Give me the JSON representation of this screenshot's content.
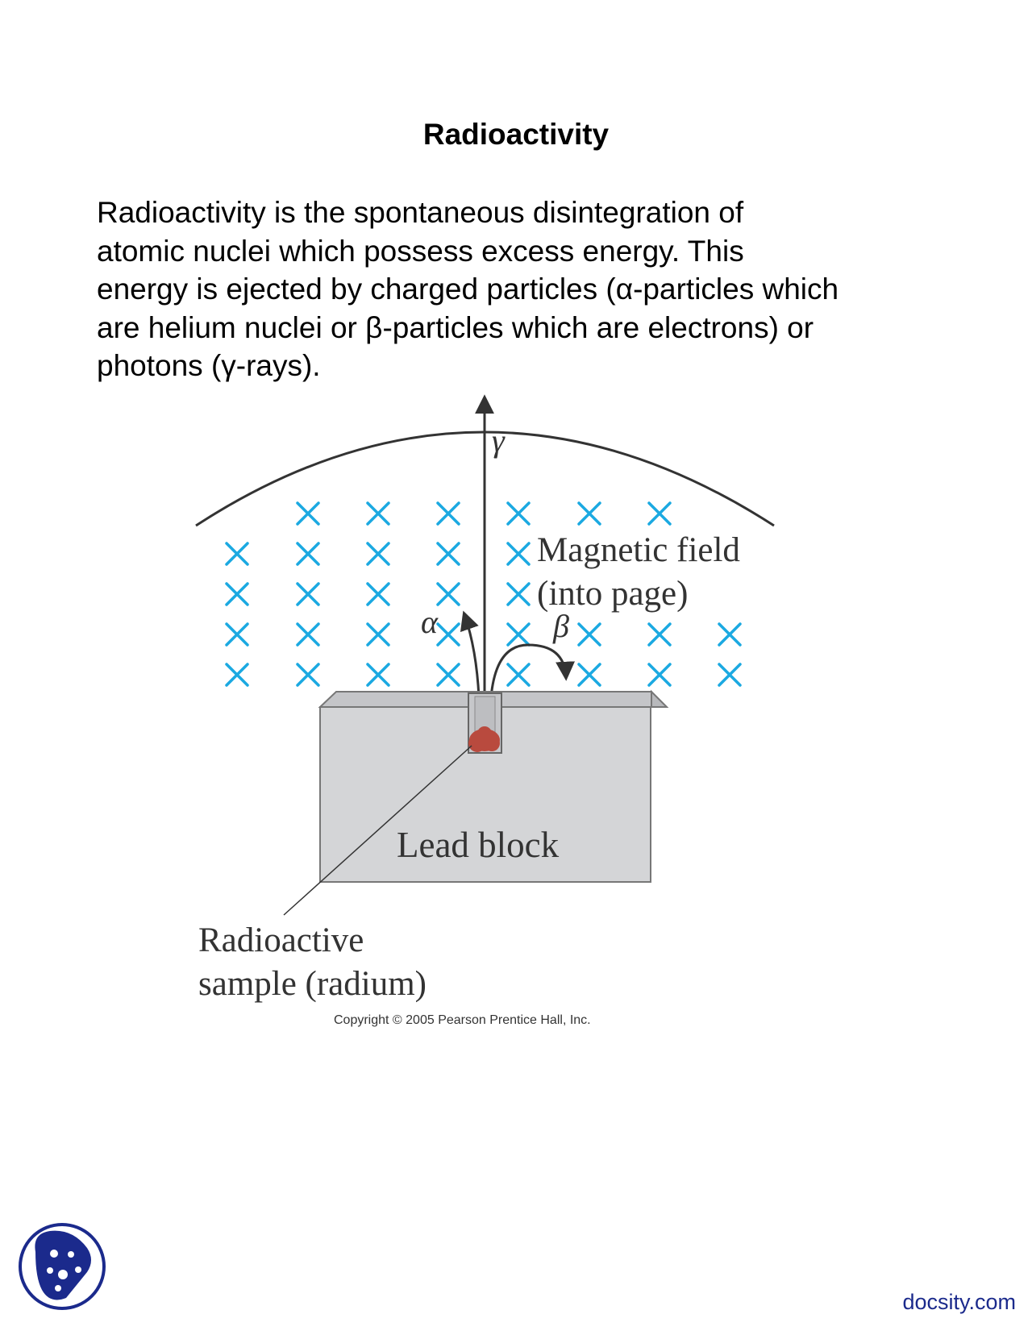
{
  "title": "Radioactivity",
  "paragraph_lines": [
    "Radioactivity is the spontaneous disintegration of",
    "atomic nuclei which possess excess energy.  This",
    "energy is ejected by charged particles (α-particles which",
    "are helium nuclei or β-particles which are electrons) or",
    "photons (γ-rays)."
  ],
  "figure": {
    "gamma_label": "γ",
    "alpha_label": "α",
    "beta_label": "β",
    "field_label_line1": "Magnetic field",
    "field_label_line2": "(into page)",
    "block_label": "Lead block",
    "sample_label_line1": "Radioactive",
    "sample_label_line2": "sample (radium)",
    "field_marker": "×",
    "colors": {
      "field_marker": "#1ba9e1",
      "block": "#d4d5d7",
      "sample": "#b94a3e"
    }
  },
  "copyright": "Copyright © 2005 Pearson Prentice Hall, Inc.",
  "footer": {
    "brand": "docsity.com",
    "logo_icon": "docsity-logo-icon"
  }
}
